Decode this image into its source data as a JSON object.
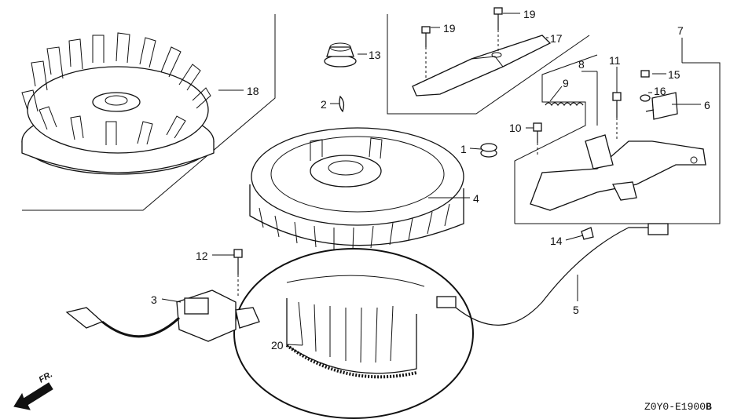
{
  "diagram": {
    "callouts": [
      {
        "id": "c1",
        "label": "1"
      },
      {
        "id": "c2",
        "label": "2"
      },
      {
        "id": "c3",
        "label": "3"
      },
      {
        "id": "c4",
        "label": "4"
      },
      {
        "id": "c5",
        "label": "5"
      },
      {
        "id": "c6",
        "label": "6"
      },
      {
        "id": "c7",
        "label": "7"
      },
      {
        "id": "c8",
        "label": "8"
      },
      {
        "id": "c9",
        "label": "9"
      },
      {
        "id": "c10",
        "label": "10"
      },
      {
        "id": "c11",
        "label": "11"
      },
      {
        "id": "c12",
        "label": "12"
      },
      {
        "id": "c13",
        "label": "13"
      },
      {
        "id": "c14",
        "label": "14"
      },
      {
        "id": "c15",
        "label": "15"
      },
      {
        "id": "c16",
        "label": "16"
      },
      {
        "id": "c17",
        "label": "17"
      },
      {
        "id": "c18",
        "label": "18"
      },
      {
        "id": "c19a",
        "label": "19"
      },
      {
        "id": "c19b",
        "label": "19"
      },
      {
        "id": "c20",
        "label": "20"
      }
    ],
    "direction_label": "FR.",
    "drawing_code": "Z0Y0-E1900",
    "drawing_code_suffix": "B"
  }
}
